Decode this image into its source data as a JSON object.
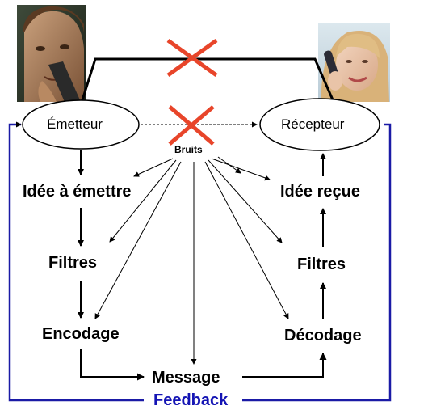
{
  "sender": {
    "label": "Émetteur"
  },
  "receiver": {
    "label": "Récepteur"
  },
  "noise": {
    "label": "Bruits"
  },
  "left_chain": [
    "Idée à émettre",
    "Filtres",
    "Encodage"
  ],
  "right_chain": [
    "Idée reçue",
    "Filtres",
    "Décodage"
  ],
  "message": {
    "label": "Message"
  },
  "feedback": {
    "label": "Feedback"
  },
  "colors": {
    "feedback_line": "#1a1aa6",
    "feedback_text": "#1414b4",
    "cross": "#e8452a",
    "ink": "#000000"
  }
}
